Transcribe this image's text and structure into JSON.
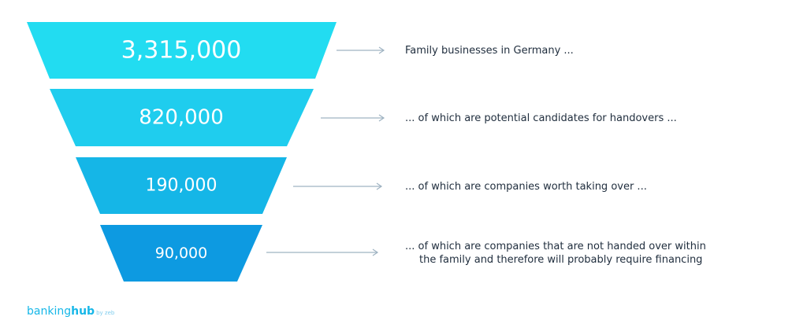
{
  "funnel": {
    "stages": [
      {
        "value": "3,315,000",
        "color": "#22dcf1",
        "description": [
          "Family businesses in Germany ..."
        ]
      },
      {
        "value": "820,000",
        "color": "#1fcdee",
        "description": [
          "... of which are potential candidates for handovers ..."
        ]
      },
      {
        "value": "190,000",
        "color": "#15b6e7",
        "description": [
          "... of which are companies worth taking over ..."
        ]
      },
      {
        "value": "90,000",
        "color": "#0d9ae1",
        "description": [
          "... of which are companies that are not handed over within",
          "the family and therefore will probably require financing"
        ]
      }
    ],
    "arrow_color": "#9fb3c2"
  },
  "logo": {
    "brand": "banking",
    "brand_bold": "hub",
    "sub": "by zeb"
  }
}
